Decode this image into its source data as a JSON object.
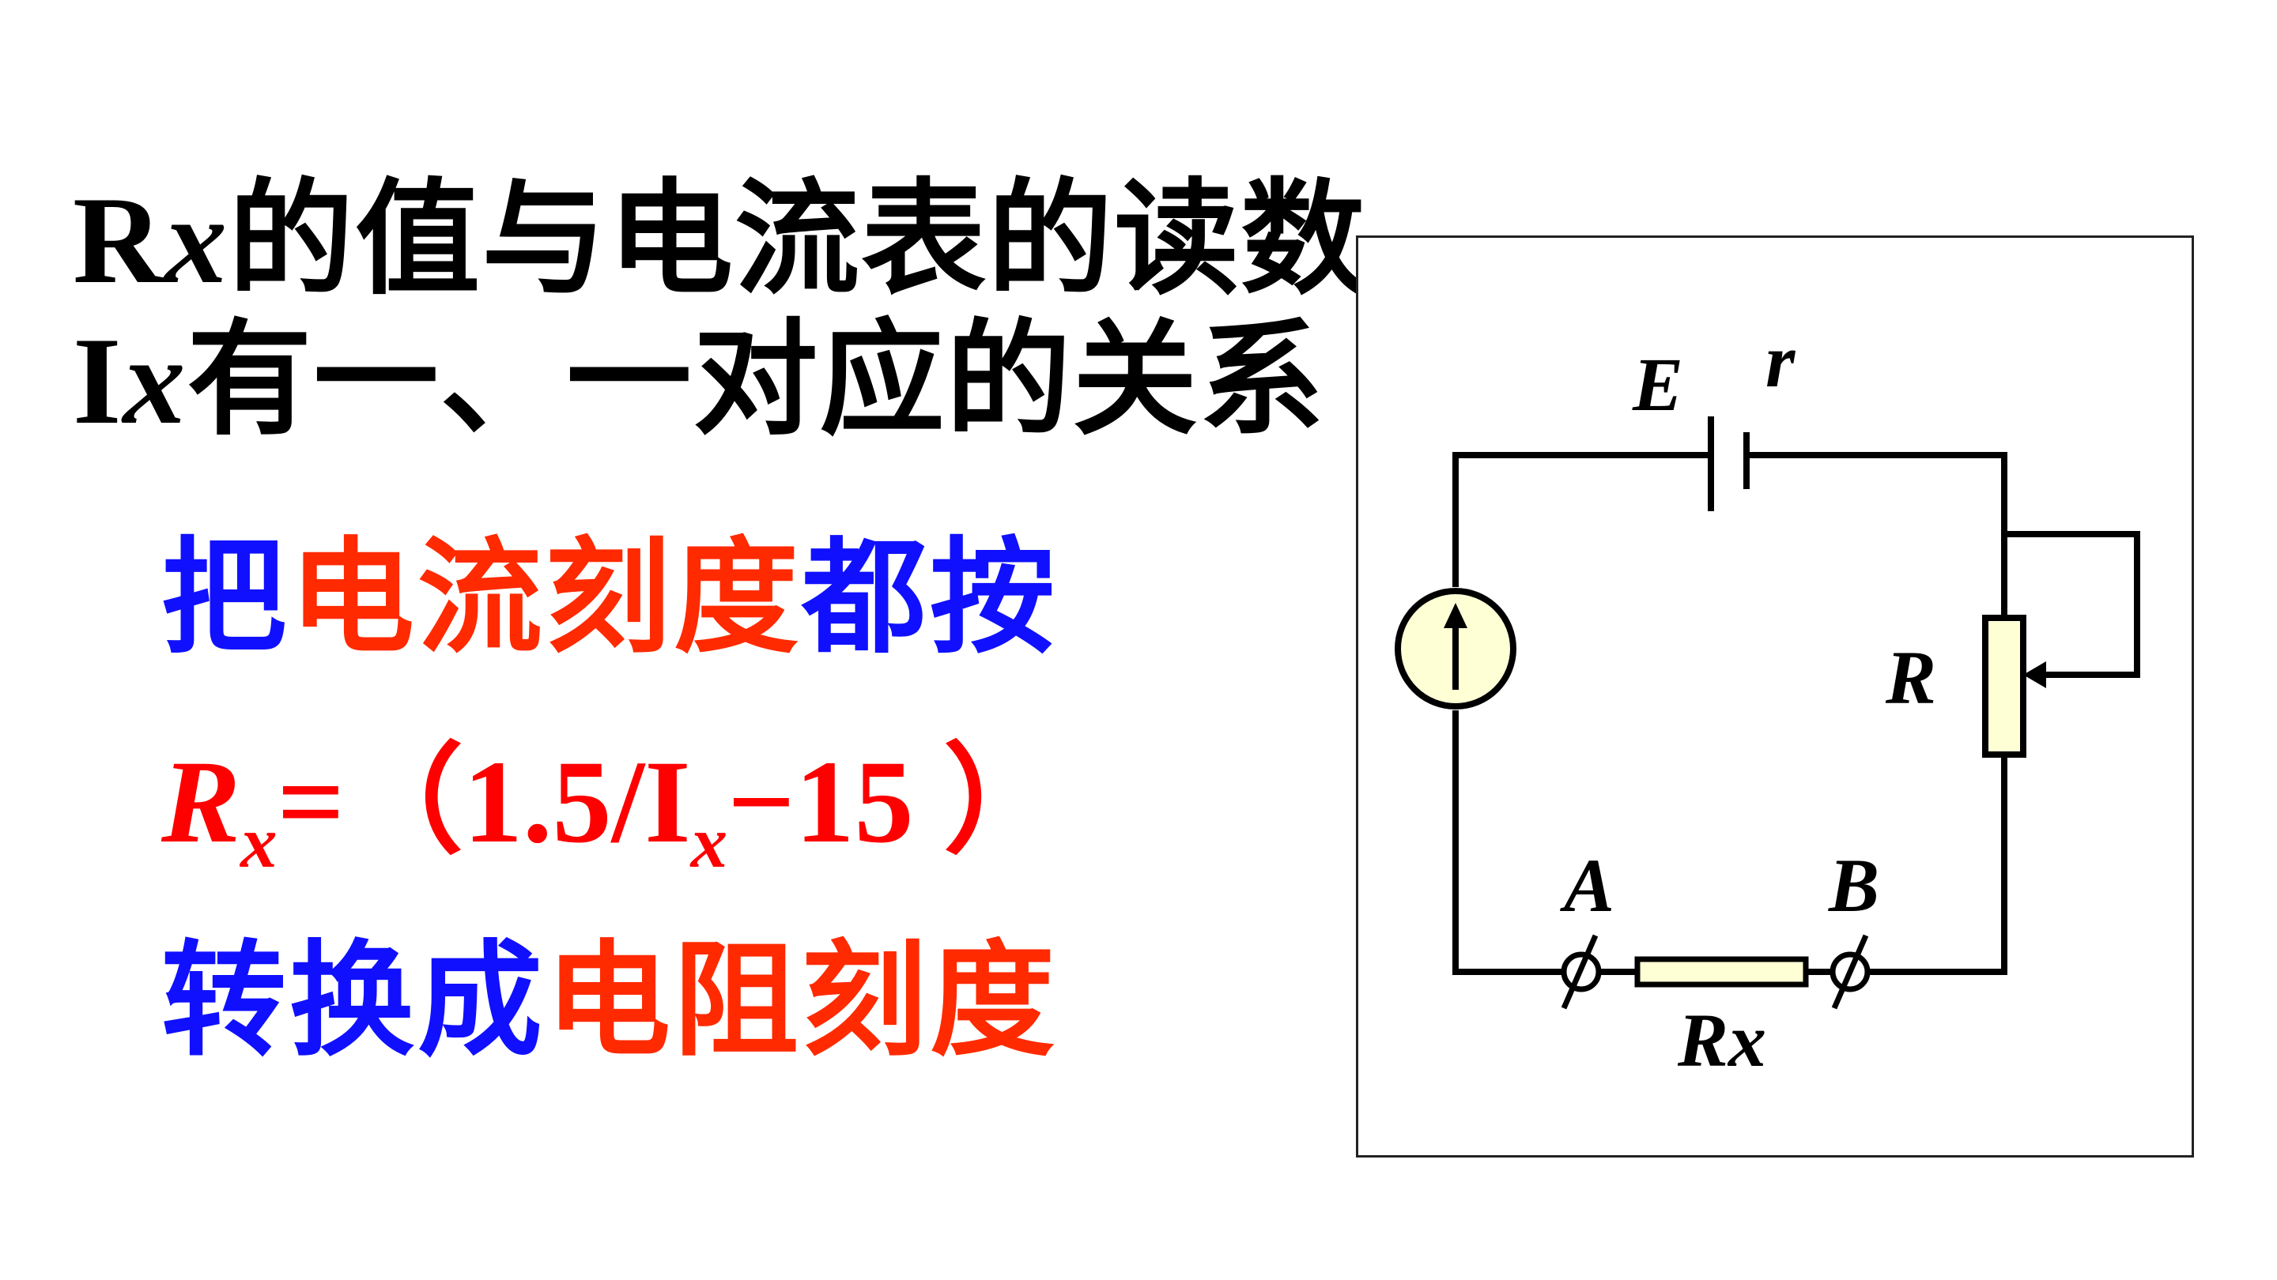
{
  "title": {
    "line1": {
      "var_main": "R",
      "var_italic": "x",
      "text": "的值与电流表的读数"
    },
    "line2": {
      "var_main": "I",
      "var_italic": "x",
      "text": "有一、一对应的关系"
    }
  },
  "instructions": {
    "line1": {
      "blue_a": "把",
      "red_a": "电流刻度",
      "blue_b": "都按"
    },
    "formula": {
      "r": "R",
      "r_sub": "x",
      "eq": "=（1.5/I",
      "i_sub": "x",
      "rest": "−15 ）"
    },
    "line3": {
      "blue_a": "转换成",
      "red_a": "电阻刻度"
    }
  },
  "circuit": {
    "labels": {
      "emf": "E",
      "internal_resistance": "r",
      "rheostat": "R",
      "terminal_a": "A",
      "terminal_b": "B",
      "unknown_resistor": "Rx"
    }
  },
  "colors": {
    "title": "#000000",
    "blue": "#1010ff",
    "red": "#ff2a00",
    "formula": "#ff0000",
    "component_fill": "#ffffd6",
    "wire": "#000000"
  }
}
